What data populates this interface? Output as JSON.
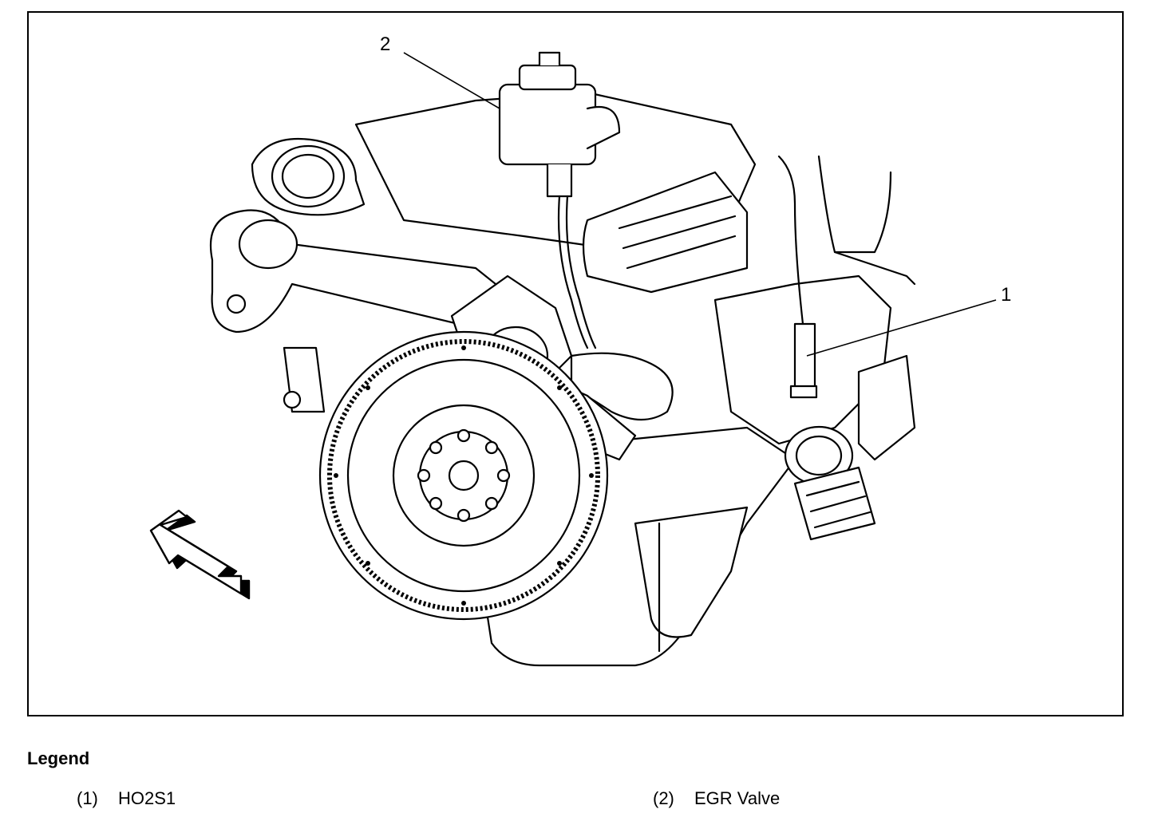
{
  "diagram": {
    "callouts": [
      {
        "id": "1",
        "label": "1"
      },
      {
        "id": "2",
        "label": "2"
      }
    ],
    "orientation_arrow": "front-arrow"
  },
  "legend": {
    "title": "Legend",
    "entries": [
      {
        "num": "(1)",
        "text": "HO2S1"
      },
      {
        "num": "(2)",
        "text": "EGR Valve"
      }
    ]
  },
  "colors": {
    "line": "#000000",
    "background": "#ffffff",
    "fill": "#ffffff"
  }
}
